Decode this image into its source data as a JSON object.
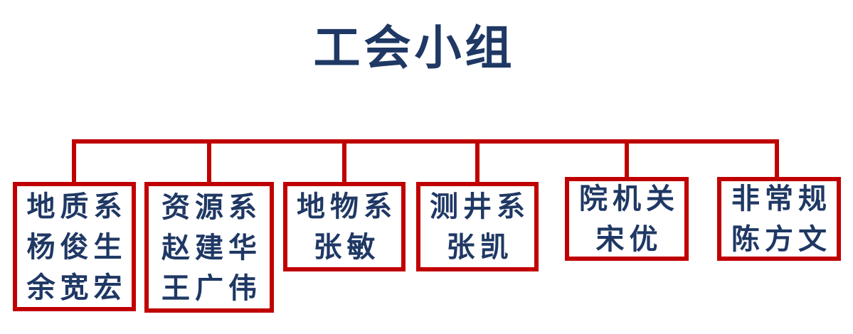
{
  "title": "工会小组",
  "colors": {
    "connector_red": "#c00000",
    "text_navy": "#1f3864",
    "background": "#ffffff"
  },
  "diagram": {
    "type": "org-chart",
    "root": "工会小组",
    "boxes": [
      {
        "id": "geology",
        "lines": [
          "地质系",
          "杨俊生",
          "余宽宏"
        ]
      },
      {
        "id": "resources",
        "lines": [
          "资源系",
          "赵建华",
          "王广伟"
        ]
      },
      {
        "id": "geophysics",
        "lines": [
          "地物系",
          "张敏"
        ]
      },
      {
        "id": "well-logging",
        "lines": [
          "测井系",
          "张凯"
        ]
      },
      {
        "id": "institute-office",
        "lines": [
          "院机关",
          "宋优"
        ]
      },
      {
        "id": "unconventional",
        "lines": [
          "非常规",
          "陈方文"
        ]
      }
    ]
  }
}
